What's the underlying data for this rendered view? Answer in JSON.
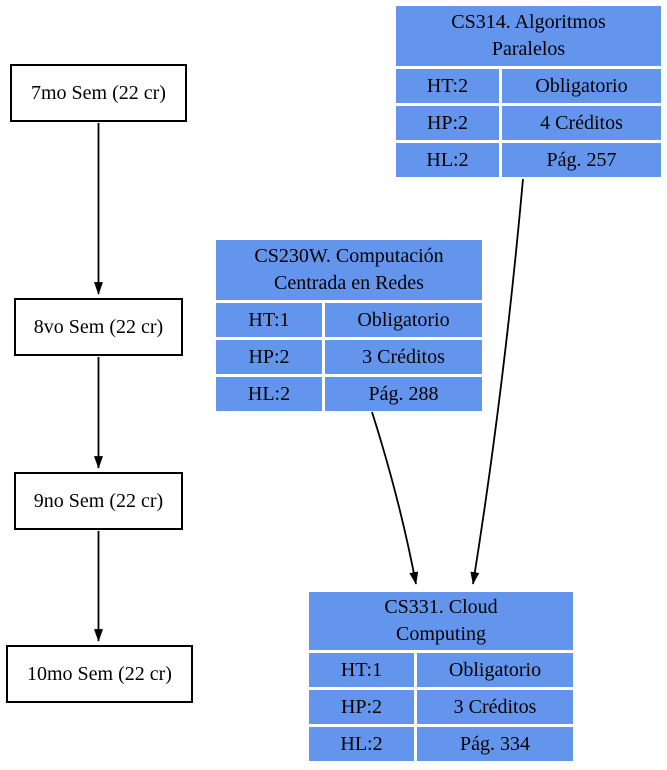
{
  "diagram_type": "curriculum-flow-graph",
  "colors": {
    "course_cell_fill": "#6495ED",
    "semester_fill": "#FFFFFF",
    "border_and_edges": "#000000",
    "text": "#000000",
    "background": "#FFFFFF"
  },
  "semesters": [
    {
      "label": "7mo Sem (22 cr)"
    },
    {
      "label": "8vo Sem (22 cr)"
    },
    {
      "label": "9no Sem (22 cr)"
    },
    {
      "label": "10mo Sem (22 cr)"
    }
  ],
  "courses": [
    {
      "code": "CS314",
      "title_lines": [
        "CS314. Algoritmos",
        "Paralelos"
      ],
      "rows": [
        {
          "key": "HT:2",
          "value": "Obligatorio"
        },
        {
          "key": "HP:2",
          "value": "4 Créditos"
        },
        {
          "key": "HL:2",
          "value": "Pág. 257"
        }
      ]
    },
    {
      "code": "CS230W",
      "title_lines": [
        "CS230W. Computación",
        "Centrada en Redes"
      ],
      "rows": [
        {
          "key": "HT:1",
          "value": "Obligatorio"
        },
        {
          "key": "HP:2",
          "value": "3 Créditos"
        },
        {
          "key": "HL:2",
          "value": "Pág. 288"
        }
      ]
    },
    {
      "code": "CS331",
      "title_lines": [
        "CS331. Cloud",
        "Computing"
      ],
      "rows": [
        {
          "key": "HT:1",
          "value": "Obligatorio"
        },
        {
          "key": "HP:2",
          "value": "3 Créditos"
        },
        {
          "key": "HL:2",
          "value": "Pág. 334"
        }
      ]
    }
  ],
  "edges": [
    {
      "from": "7mo Sem (22 cr)",
      "to": "8vo Sem (22 cr)"
    },
    {
      "from": "8vo Sem (22 cr)",
      "to": "9no Sem (22 cr)"
    },
    {
      "from": "9no Sem (22 cr)",
      "to": "10mo Sem (22 cr)"
    },
    {
      "from": "CS230W",
      "to": "CS331"
    },
    {
      "from": "CS314",
      "to": "CS331"
    }
  ]
}
